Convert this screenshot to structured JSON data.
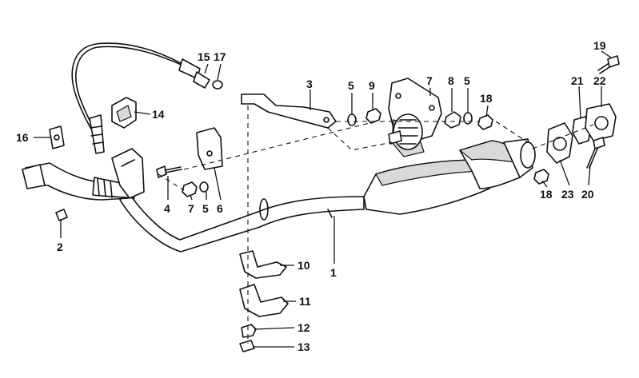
{
  "callouts": [
    {
      "id": "c1",
      "label": "1"
    },
    {
      "id": "c2",
      "label": "2"
    },
    {
      "id": "c3",
      "label": "3"
    },
    {
      "id": "c4",
      "label": "4"
    },
    {
      "id": "c5a",
      "label": "5"
    },
    {
      "id": "c5b",
      "label": "5"
    },
    {
      "id": "c5c",
      "label": "5"
    },
    {
      "id": "c6",
      "label": "6"
    },
    {
      "id": "c7a",
      "label": "7"
    },
    {
      "id": "c7b",
      "label": "7"
    },
    {
      "id": "c8",
      "label": "8"
    },
    {
      "id": "c9",
      "label": "9"
    },
    {
      "id": "c10",
      "label": "10"
    },
    {
      "id": "c11",
      "label": "11"
    },
    {
      "id": "c12",
      "label": "12"
    },
    {
      "id": "c13",
      "label": "13"
    },
    {
      "id": "c14",
      "label": "14"
    },
    {
      "id": "c15",
      "label": "15"
    },
    {
      "id": "c16",
      "label": "16"
    },
    {
      "id": "c17",
      "label": "17"
    },
    {
      "id": "c18a",
      "label": "18"
    },
    {
      "id": "c18b",
      "label": "18"
    },
    {
      "id": "c19",
      "label": "19"
    },
    {
      "id": "c20",
      "label": "20"
    },
    {
      "id": "c21",
      "label": "21"
    },
    {
      "id": "c22",
      "label": "22"
    },
    {
      "id": "c23",
      "label": "23"
    }
  ]
}
